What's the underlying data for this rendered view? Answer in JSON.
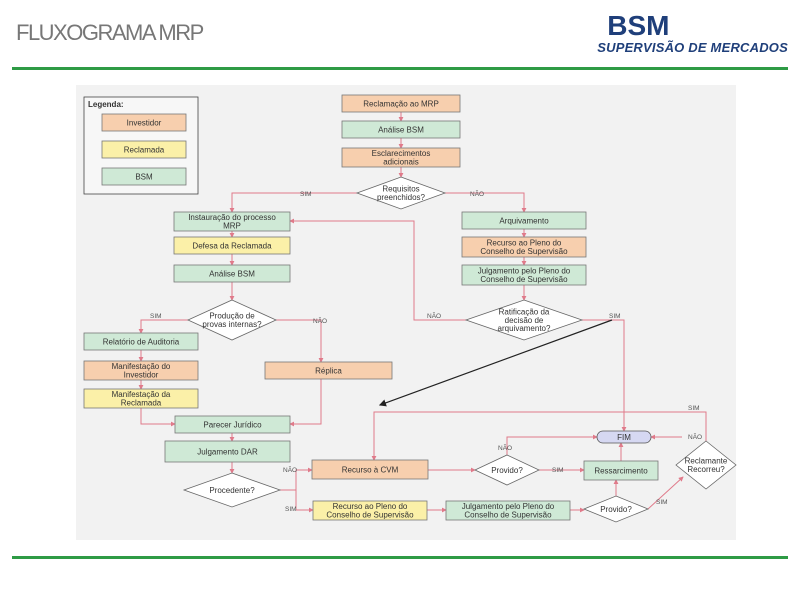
{
  "header": {
    "title": "FLUXOGRAMA MRP",
    "logo_main": "BSM",
    "logo_sub": "SUPERVISÃO DE MERCADOS"
  },
  "colors": {
    "investidor": "#f7cfae",
    "reclamada": "#fbf0a8",
    "bsm": "#cfe9d6",
    "rule": "#2e9b45",
    "logo": "#1f3f7a",
    "flow": "#e07a8a"
  },
  "legend": {
    "title": "Legenda:",
    "items": [
      "Investidor",
      "Reclamada",
      "BSM"
    ]
  },
  "nodes": {
    "reclamacao": [
      "Reclamação ao MRP"
    ],
    "analise_bsm_1": [
      "Análise BSM"
    ],
    "esclarecimentos": [
      "Esclarecimentos",
      "adicionais"
    ],
    "requisitos": [
      "Requisitos",
      "preenchidos?"
    ],
    "instauracao": [
      "Instauração do processo",
      "MRP"
    ],
    "defesa": [
      "Defesa da Reclamada"
    ],
    "analise_bsm_2": [
      "Análise BSM"
    ],
    "producao": [
      "Produção de",
      "provas internas?"
    ],
    "relatorio": [
      "Relatório de Auditoria"
    ],
    "manif_investidor": [
      "Manifestação do",
      "Investidor"
    ],
    "manif_reclamada": [
      "Manifestação da",
      "Reclamada"
    ],
    "replica": [
      "Réplica"
    ],
    "parecer": [
      "Parecer Jurídico"
    ],
    "julgamento_dar": [
      "Julgamento DAR"
    ],
    "procedente": [
      "Procedente?"
    ],
    "arquivamento": [
      "Arquivamento"
    ],
    "recurso_pleno_1": [
      "Recurso ao Pleno do",
      "Conselho de Supervisão"
    ],
    "julgamento_pleno_1": [
      "Julgamento pelo Pleno do",
      "Conselho de Supervisão"
    ],
    "ratificacao": [
      "Ratificação da",
      "decisão de",
      "arquivamento?"
    ],
    "fim": [
      "FIM"
    ],
    "recurso_cvm": [
      "Recurso à CVM"
    ],
    "provido_1": [
      "Provido?"
    ],
    "ressarcimento": [
      "Ressarcimento"
    ],
    "reclamante": [
      "Reclamante",
      "Recorreu?"
    ],
    "recurso_pleno_2": [
      "Recurso ao Pleno do",
      "Conselho de Supervisão"
    ],
    "julgamento_pleno_2": [
      "Julgamento pelo Pleno do",
      "Conselho de Supervisão"
    ],
    "provido_2": [
      "Provido?"
    ]
  },
  "edge_labels": {
    "sim": "SIM",
    "nao": "NÃO"
  }
}
